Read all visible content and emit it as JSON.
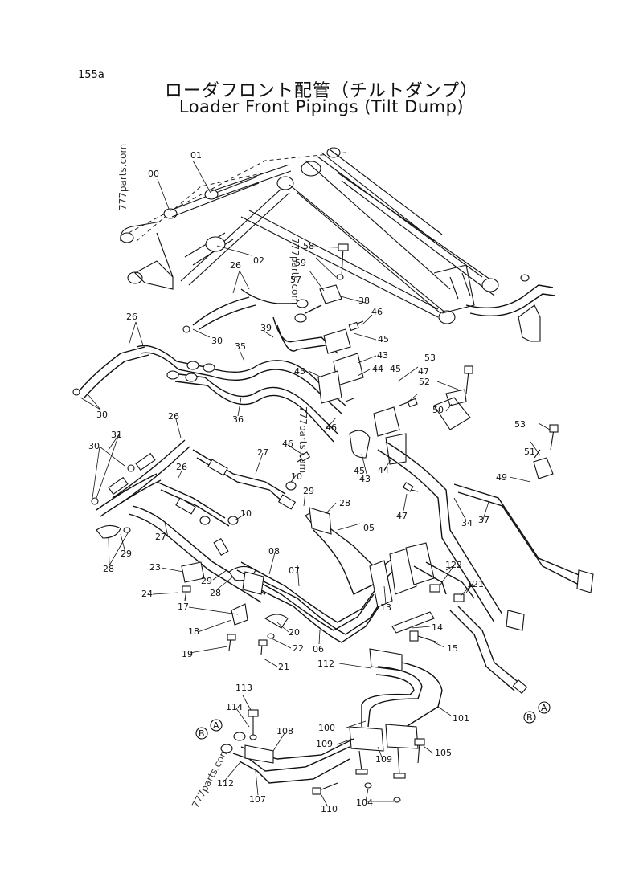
{
  "page_number": "155a",
  "title_jp": "ローダフロント配管（チルトダンプ）",
  "title_en": "Loader Front Pipings (Tilt Dump)",
  "watermark": "777parts.com",
  "callouts": {
    "c00": "00",
    "c01": "01",
    "c02": "02",
    "c05": "05",
    "c06": "06",
    "c07": "07",
    "c08": "08",
    "c10a": "10",
    "c10b": "10",
    "c13": "13",
    "c14": "14",
    "c15": "15",
    "c17": "17",
    "c18": "18",
    "c19": "19",
    "c20": "20",
    "c21": "21",
    "c22": "22",
    "c23": "23",
    "c24": "24",
    "c26a": "26",
    "c26b": "26",
    "c26c": "26",
    "c26d": "26",
    "c27a": "27",
    "c27b": "27",
    "c28a": "28",
    "c28b": "28",
    "c28c": "28",
    "c29a": "29",
    "c29b": "29",
    "c29c": "29",
    "c30a": "30",
    "c30b": "30",
    "c30c": "30",
    "c31": "31",
    "c34": "34",
    "c35": "35",
    "c36": "36",
    "c37": "37",
    "c38": "38",
    "c39": "39",
    "c43a": "43",
    "c43b": "43",
    "c44a": "44",
    "c44b": "44",
    "c45a": "45",
    "c45b": "45",
    "c45c": "45",
    "c45d": "45",
    "c46a": "46",
    "c46b": "46",
    "c46c": "46",
    "c47a": "47",
    "c47b": "47",
    "c49": "49",
    "c50": "50",
    "c51": "51",
    "c52": "52",
    "c53a": "53",
    "c53b": "53",
    "c57": "57",
    "c58": "58",
    "c59": "59",
    "c100": "100",
    "c101": "101",
    "c104": "104",
    "c105": "105",
    "c107": "107",
    "c108": "108",
    "c109a": "109",
    "c109b": "109",
    "c110": "110",
    "c112a": "112",
    "c112b": "112",
    "c113": "113",
    "c114": "114",
    "c121": "121",
    "c122": "122",
    "cA1": "A",
    "cB1": "B",
    "cA2": "A",
    "cB2": "B"
  }
}
